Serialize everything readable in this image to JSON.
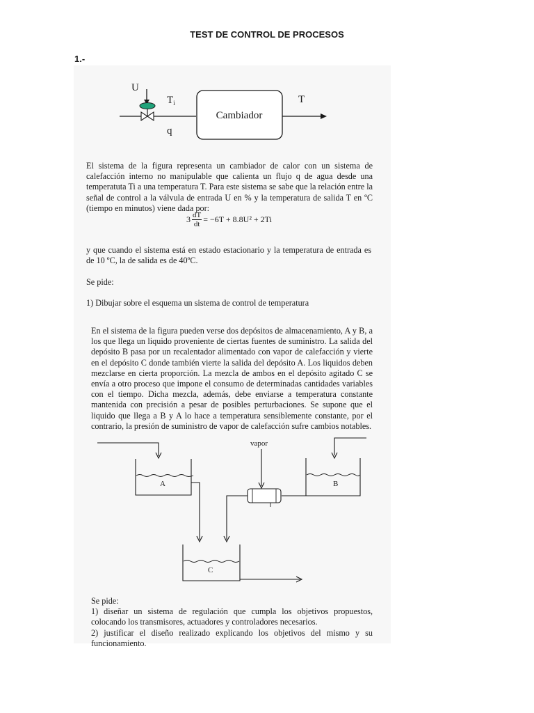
{
  "header": {
    "title": "TEST DE CONTROL DE PROCESOS",
    "question_number": "1.-"
  },
  "diagram1": {
    "input_label": "U",
    "inlet_temp_label": "T",
    "inlet_temp_subscript": "i",
    "outlet_temp_label": "T",
    "flow_label": "q",
    "block_label": "Cambiador"
  },
  "text": {
    "paragraph1": "El sistema de la figura representa un cambiador de calor con un sistema de calefacción interno no manipulable que calienta un flujo q de agua desde una temperatuta Ti a una temperatura T. Para este sistema se sabe que la relación entre la señal de control a la válvula de entrada U en % y la temperatura de salida T en ºC (tiempo en minutos) viene dada por:",
    "equation": {
      "coef": "3",
      "numerator": "dT",
      "denominator": "dt",
      "rhs": "= −6T + 8.8U² + 2Ti"
    },
    "paragraph2": "y que cuando el sistema está en estado estacionario y la temperatura de entrada es de 10 ºC, la de salida es de 40ºC.",
    "se_pide_1": "Se pide:",
    "item1": "1) Dibujar sobre el esquema un sistema de control de temperatura",
    "paragraph3": "En el sistema de la figura pueden verse dos depósitos de almacenamiento, A y B, a los que llega un liquido proveniente de ciertas fuentes de suministro. La salida del depósito B pasa por un recalentador alimentado con vapor de calefacción y vierte en el depósito C donde también vierte la salida del depósito A. Los liquidos deben mezclarse en cierta proporción. La mezcla de ambos en el depósito agitado C se envía a otro proceso que impone el consumo de determinadas cantidades variables con el tiempo. Dicha mezcla, además, debe enviarse a temperatura constante mantenida con precisión a pesar de posibles perturbaciones. Se supone que el liquido que llega a B y A lo hace a temperatura sensiblemente constante, por el contrario, la presión de suministro de vapor de calefacción sufre cambios notables.",
    "se_pide_2": "Se pide:",
    "item2_1": "1) diseñar un sistema de regulación que cumpla los objetivos propuestos, colocando los transmisores, actuadores y controladores necesarios.",
    "item2_2": "2) justificar el diseño realizado explicando los objetivos del mismo y su funcionamiento."
  },
  "diagram2": {
    "tank_a": "A",
    "tank_b": "B",
    "tank_c": "C",
    "steam_label": "vapor"
  },
  "colors": {
    "valve_actuator": "#1fa37a",
    "ink": "#1a1a1a"
  }
}
